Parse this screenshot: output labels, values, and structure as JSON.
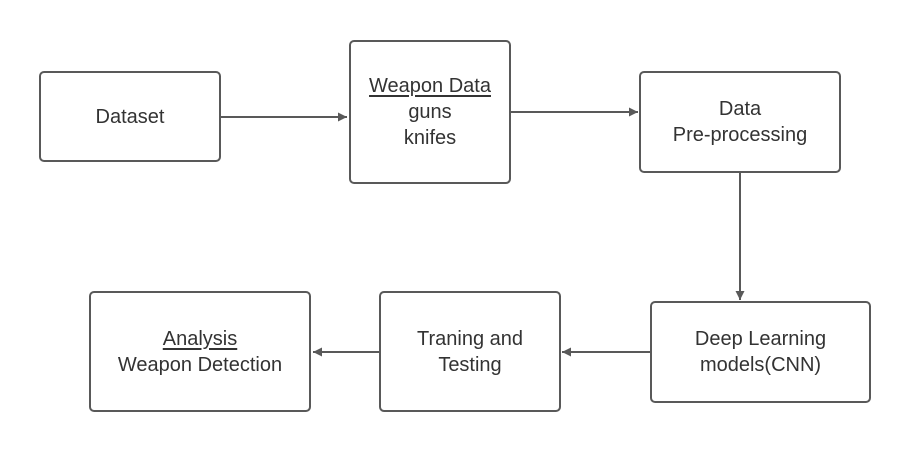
{
  "nodes": {
    "dataset": {
      "label": "Dataset"
    },
    "weapon_data": {
      "title": "Weapon Data",
      "line1": "guns",
      "line2": "knifes"
    },
    "preprocessing": {
      "line1": "Data",
      "line2": "Pre-processing"
    },
    "deep_learning": {
      "line1": "Deep Learning",
      "line2": "models(CNN)"
    },
    "training": {
      "line1": "Traning and",
      "line2": "Testing"
    },
    "analysis": {
      "title": "Analysis",
      "line1": "Weapon Detection"
    }
  },
  "colors": {
    "border": "#595959",
    "text": "#333333",
    "arrow": "#595959"
  }
}
